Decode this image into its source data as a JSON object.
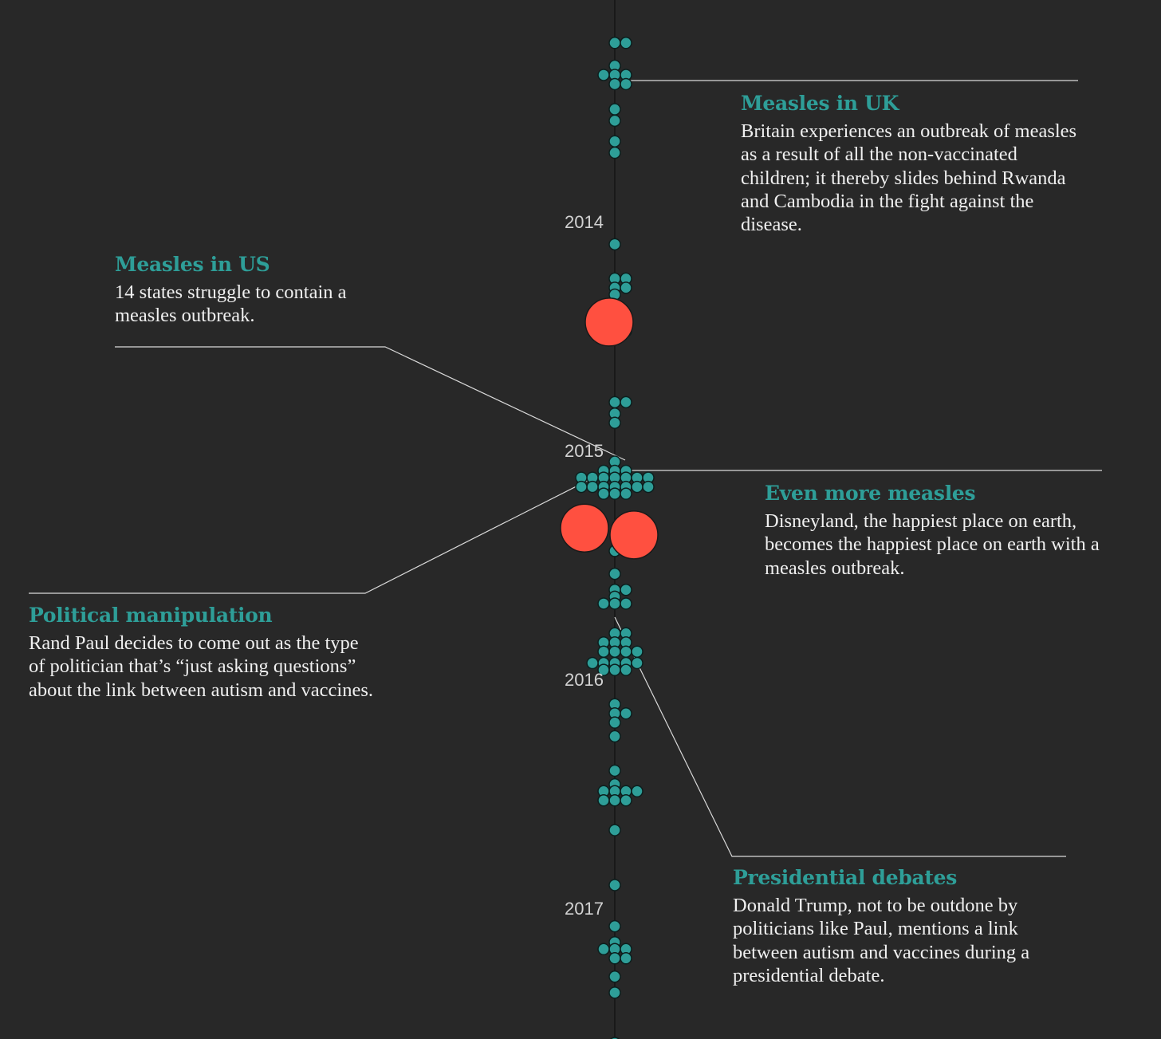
{
  "chart_data": {
    "type": "scatter",
    "orientation": "vertical-timeline",
    "axis": {
      "start": 2013.1,
      "end": 2017.55,
      "ticks": [
        2014,
        2015,
        2016,
        2017
      ]
    },
    "colors": {
      "background": "#282828",
      "dot": "#2e9e98",
      "highlight": "#ff5040",
      "axis": "#141414",
      "leader": "#d9d9d9",
      "heading": "#2e9e98",
      "text": "#f0f0f0"
    },
    "events": [
      {
        "date": 2013.17,
        "n": 2
      },
      {
        "date": 2013.27,
        "n": 1
      },
      {
        "date": 2013.31,
        "n": 3
      },
      {
        "date": 2013.35,
        "n": 2
      },
      {
        "date": 2013.46,
        "n": 1
      },
      {
        "date": 2013.51,
        "n": 1
      },
      {
        "date": 2013.6,
        "n": 1
      },
      {
        "date": 2013.65,
        "n": 1
      },
      {
        "date": 2014.05,
        "n": 1
      },
      {
        "date": 2014.2,
        "n": 2
      },
      {
        "date": 2014.24,
        "n": 2
      },
      {
        "date": 2014.27,
        "n": 1
      },
      {
        "date": 2014.43,
        "n": 3
      },
      {
        "date": 2014.74,
        "n": 2
      },
      {
        "date": 2014.79,
        "n": 1
      },
      {
        "date": 2014.83,
        "n": 1
      },
      {
        "date": 2015.0,
        "n": 1
      },
      {
        "date": 2015.04,
        "n": 3
      },
      {
        "date": 2015.07,
        "n": 7
      },
      {
        "date": 2015.11,
        "n": 7
      },
      {
        "date": 2015.14,
        "n": 3
      },
      {
        "date": 2015.39,
        "n": 1
      },
      {
        "date": 2015.49,
        "n": 1
      },
      {
        "date": 2015.56,
        "n": 2
      },
      {
        "date": 2015.59,
        "n": 1
      },
      {
        "date": 2015.62,
        "n": 3
      },
      {
        "date": 2015.75,
        "n": 2
      },
      {
        "date": 2015.79,
        "n": 3
      },
      {
        "date": 2015.83,
        "n": 4
      },
      {
        "date": 2015.88,
        "n": 5
      },
      {
        "date": 2015.91,
        "n": 3
      },
      {
        "date": 2016.06,
        "n": 1
      },
      {
        "date": 2016.1,
        "n": 2
      },
      {
        "date": 2016.14,
        "n": 1
      },
      {
        "date": 2016.2,
        "n": 1
      },
      {
        "date": 2016.35,
        "n": 1
      },
      {
        "date": 2016.41,
        "n": 1
      },
      {
        "date": 2016.44,
        "n": 4
      },
      {
        "date": 2016.48,
        "n": 3
      },
      {
        "date": 2016.61,
        "n": 1
      },
      {
        "date": 2016.85,
        "n": 1
      },
      {
        "date": 2017.03,
        "n": 1
      },
      {
        "date": 2017.1,
        "n": 1
      },
      {
        "date": 2017.13,
        "n": 3
      },
      {
        "date": 2017.17,
        "n": 2
      },
      {
        "date": 2017.25,
        "n": 1
      },
      {
        "date": 2017.32,
        "n": 1
      },
      {
        "date": 2017.54,
        "n": 1
      }
    ],
    "highlights": [
      {
        "date": 2014.39,
        "side": 0
      },
      {
        "date": 2015.29,
        "side": -1
      },
      {
        "date": 2015.32,
        "side": 1
      }
    ]
  },
  "annotations": [
    {
      "id": "measles-uk",
      "title": "Measles in UK",
      "body": "Britain experiences an outbreak of measles as a result of all the non-vaccinated children; it thereby slides behind Rwanda and Cambodia in the fight against the disease."
    },
    {
      "id": "measles-us",
      "title": "Measles in US",
      "body": "14 states struggle to contain a measles outbreak."
    },
    {
      "id": "even-more-measles",
      "title": "Even more measles",
      "body": "Disneyland, the happiest place on earth, becomes the happiest place on earth with a measles outbreak."
    },
    {
      "id": "political-manipulation",
      "title": "Political manipulation",
      "body": "Rand Paul decides to come out as the type of politician that’s “just asking questions” about the link between autism and vaccines."
    },
    {
      "id": "presidential-debates",
      "title": "Presidential debates",
      "body": "Donald Trump, not to be outdone by politicians like Paul, mentions a link between autism and vaccines during a presidential debate."
    }
  ]
}
